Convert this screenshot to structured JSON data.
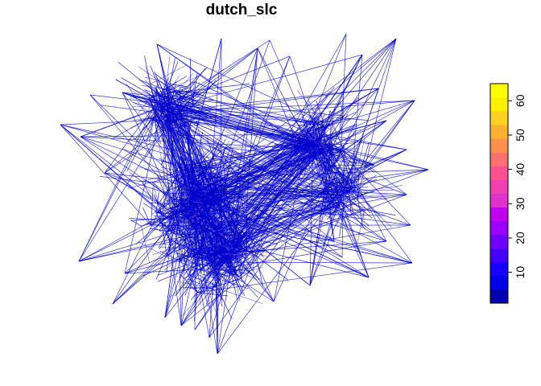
{
  "chart_data": {
    "type": "network",
    "title": "dutch_slc",
    "xlabel": "",
    "ylabel": "",
    "grid": false,
    "legend": {
      "type": "colorbar",
      "placement": "right",
      "ticks": [
        "10",
        "20",
        "30",
        "40",
        "50",
        "60"
      ],
      "range": [
        1,
        65
      ],
      "colors": [
        "#0000B0",
        "#0000E8",
        "#1500FF",
        "#4400FF",
        "#7000FF",
        "#9A00FF",
        "#C200F0",
        "#DD33CC",
        "#F040B0",
        "#FF5090",
        "#FF7070",
        "#FF9050",
        "#FFB030",
        "#FFD020",
        "#FFF000",
        "#FFFF00"
      ]
    },
    "series": [
      {
        "color": "#0000CC",
        "note": ""
      }
    ],
    "highlight_color": "#7744CC"
  }
}
